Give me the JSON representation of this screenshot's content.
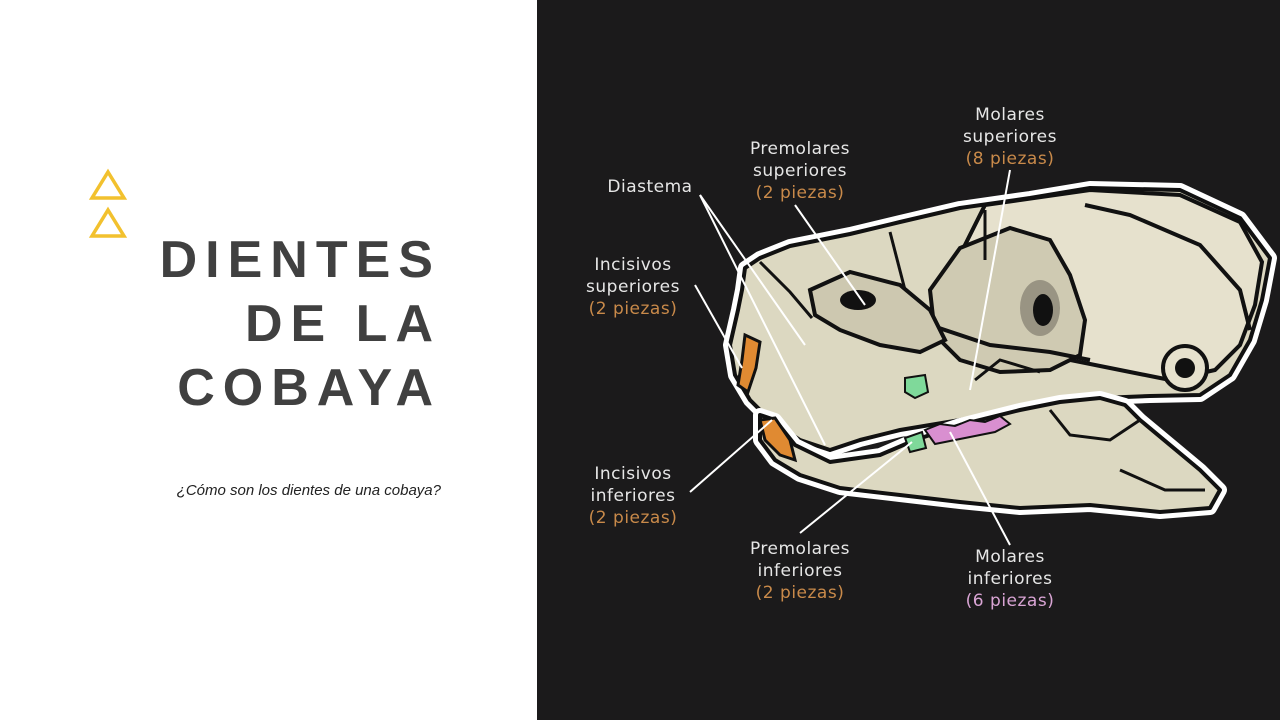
{
  "slide": {
    "title_lines": [
      "DIENTES",
      "DE LA",
      "COBAYA"
    ],
    "subtitle": "¿Cómo son los dientes de una cobaya?"
  },
  "colors": {
    "accent": "#f2c12e",
    "title": "#404040",
    "panel_bg": "#1b1a1b",
    "bone": "#dcd8c1",
    "bone_light": "#e6e1cd",
    "incisor": "#e08a32",
    "premolar": "#7fd99a",
    "molar": "#d98fd0",
    "label_white": "#e6e6e6",
    "label_orange": "#c98a4a",
    "label_pink": "#d9a4d4"
  },
  "diagram": {
    "labels": {
      "molares_sup": {
        "line1": "Molares",
        "line2": "superiores",
        "count": "(8 piezas)"
      },
      "premolares_sup": {
        "line1": "Premolares",
        "line2": "superiores",
        "count": "(2 piezas)"
      },
      "diastema": {
        "line1": "Diastema"
      },
      "incisivos_sup": {
        "line1": "Incisivos",
        "line2": "superiores",
        "count": "(2 piezas)"
      },
      "incisivos_inf": {
        "line1": "Incisivos",
        "line2": "inferiores",
        "count": "(2 piezas)"
      },
      "premolares_inf": {
        "line1": "Premolares",
        "line2": "inferiores",
        "count": "(2 piezas)"
      },
      "molares_inf": {
        "line1": "Molares",
        "line2": "inferiores",
        "count": "(6 piezas)"
      }
    }
  }
}
